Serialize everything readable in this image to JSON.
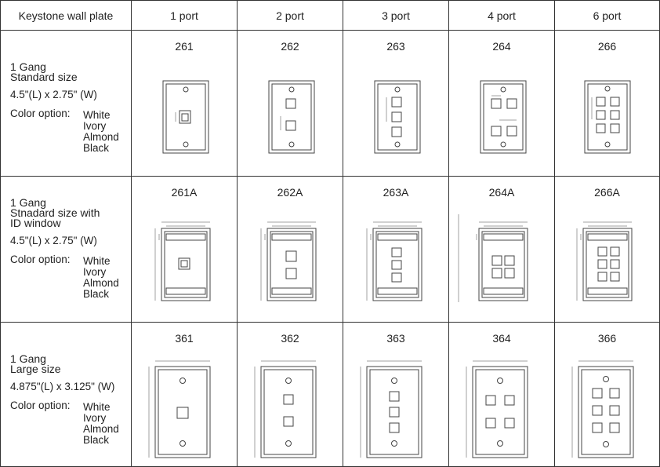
{
  "header": {
    "label": "Keystone wall plate",
    "ports": [
      "1 port",
      "2 port",
      "3 port",
      "4 port",
      "6 port"
    ]
  },
  "rows": [
    {
      "gang": "1 Gang",
      "size": "Standard size",
      "extra": "",
      "dims": "4.5\"(L) x 2.75\" (W)",
      "color_label": "Color option:",
      "colors": [
        "White",
        "Ivory",
        "Almond",
        "Black"
      ],
      "codes": [
        "261",
        "262",
        "263",
        "264",
        "266"
      ]
    },
    {
      "gang": "1 Gang",
      "size": "Stnadard size with",
      "extra": "ID window",
      "dims": "4.5\"(L) x 2.75\" (W)",
      "color_label": "Color option:",
      "colors": [
        "White",
        "Ivory",
        "Almond",
        "Black"
      ],
      "codes": [
        "261A",
        "262A",
        "263A",
        "264A",
        "266A"
      ]
    },
    {
      "gang": "1 Gang",
      "size": "Large size",
      "extra": "",
      "dims": "4.875\"(L) x 3.125\" (W)",
      "color_label": "Color option:",
      "colors": [
        "White",
        "Ivory",
        "Almond",
        "Black"
      ],
      "codes": [
        "361",
        "362",
        "363",
        "364",
        "366"
      ]
    }
  ]
}
